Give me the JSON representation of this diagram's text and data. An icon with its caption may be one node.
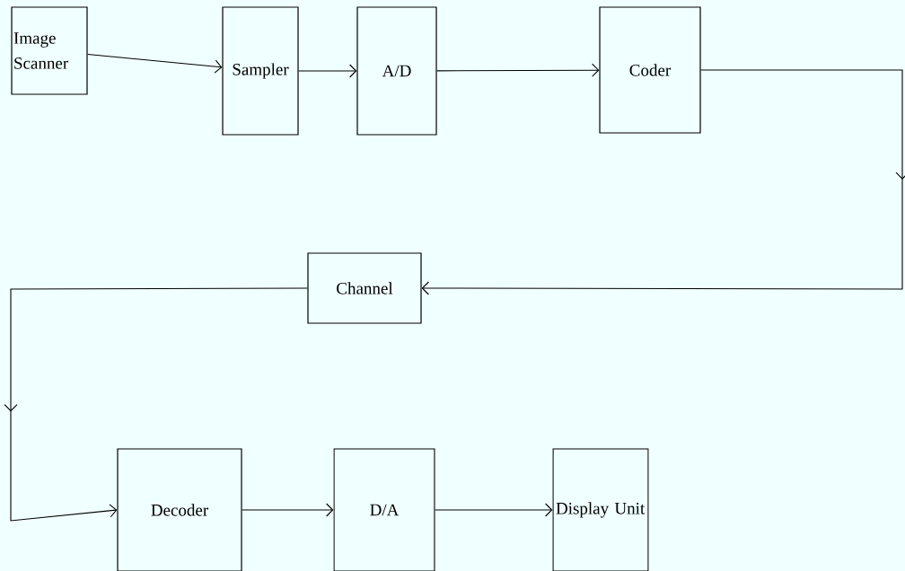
{
  "diagram": {
    "nodes": [
      {
        "text": [
          "Image Scanner"
        ]
      },
      {
        "text": [
          "Sampler"
        ]
      },
      {
        "text": [
          "A/D"
        ]
      },
      {
        "text": [
          "Coder"
        ]
      },
      {
        "text": [
          "Channel"
        ]
      },
      {
        "text": [
          "Decoder"
        ]
      },
      {
        "text": [
          "D/A"
        ]
      },
      {
        "text": [
          "Display Unit"
        ]
      }
    ],
    "edges": [
      {
        "from": 0,
        "to": 1,
        "arrow": "to"
      },
      {
        "from": 1,
        "to": 2,
        "arrow": "to"
      },
      {
        "from": 2,
        "to": 3,
        "arrow": "to"
      },
      {
        "from": 3,
        "to": 4,
        "arrow": "to"
      },
      {
        "from": 4,
        "to": 5,
        "arrow": "to"
      },
      {
        "from": 5,
        "to": 6,
        "arrow": "to"
      },
      {
        "from": 6,
        "to": 7,
        "arrow": "to"
      }
    ]
  }
}
